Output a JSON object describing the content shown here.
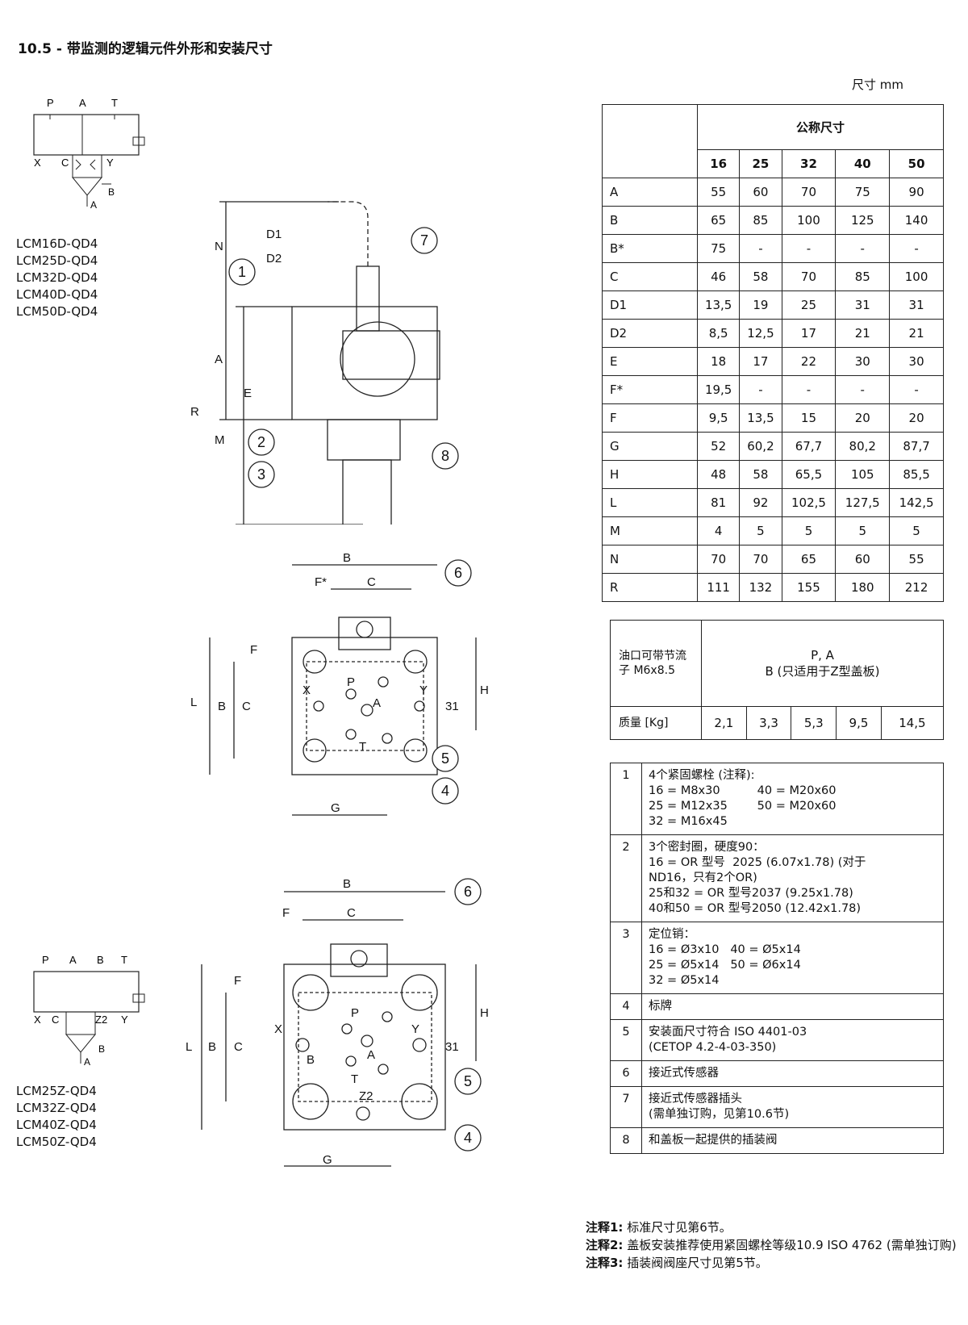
{
  "title": "10.5 - 带监测的逻辑元件外形和安装尺寸",
  "units_label": "尺寸 mm",
  "models_d": [
    "LCM16D-QD4",
    "LCM25D-QD4",
    "LCM32D-QD4",
    "LCM40D-QD4",
    "LCM50D-QD4"
  ],
  "models_z": [
    "LCM25Z-QD4",
    "LCM32Z-QD4",
    "LCM40Z-QD4",
    "LCM50Z-QD4"
  ],
  "symbol_d": {
    "top_labels": [
      "P",
      "A",
      "T"
    ],
    "bottom_labels": [
      "X",
      "C",
      "Y"
    ],
    "b": "B",
    "a": "A"
  },
  "symbol_z": {
    "top_labels": [
      "P",
      "A",
      "B",
      "T"
    ],
    "bottom_labels": [
      "X",
      "C",
      "Z2",
      "Y"
    ],
    "b": "B",
    "a": "A"
  },
  "drawing_labels": {
    "side": {
      "dims": [
        "N",
        "D1",
        "D2",
        "A",
        "E",
        "R",
        "M"
      ],
      "items": [
        "1",
        "7",
        "2",
        "3",
        "8"
      ]
    },
    "top_d": {
      "dims": [
        "B",
        "F*",
        "C",
        "F",
        "L",
        "B",
        "C",
        "H",
        "31",
        "G"
      ],
      "ports": [
        "P",
        "X",
        "A",
        "Y",
        "T"
      ],
      "items": [
        "6",
        "5",
        "4"
      ]
    },
    "top_z": {
      "dims": [
        "B",
        "F",
        "C",
        "F",
        "L",
        "B",
        "C",
        "H",
        "31",
        "G"
      ],
      "ports": [
        "P",
        "X",
        "Y",
        "A",
        "B",
        "T",
        "Z2"
      ],
      "items": [
        "6",
        "5",
        "4"
      ]
    }
  },
  "dim_table": {
    "header": "公称尺寸",
    "sizes": [
      "16",
      "25",
      "32",
      "40",
      "50"
    ],
    "rows": [
      {
        "label": "A",
        "values": [
          "55",
          "60",
          "70",
          "75",
          "90"
        ]
      },
      {
        "label": "B",
        "values": [
          "65",
          "85",
          "100",
          "125",
          "140"
        ]
      },
      {
        "label": "B*",
        "values": [
          "75",
          "-",
          "-",
          "-",
          "-"
        ]
      },
      {
        "label": "C",
        "values": [
          "46",
          "58",
          "70",
          "85",
          "100"
        ]
      },
      {
        "label": "D1",
        "values": [
          "13,5",
          "19",
          "25",
          "31",
          "31"
        ]
      },
      {
        "label": "D2",
        "values": [
          "8,5",
          "12,5",
          "17",
          "21",
          "21"
        ]
      },
      {
        "label": "E",
        "values": [
          "18",
          "17",
          "22",
          "30",
          "30"
        ]
      },
      {
        "label": "F*",
        "values": [
          "19,5",
          "-",
          "-",
          "-",
          "-"
        ]
      },
      {
        "label": "F",
        "values": [
          "9,5",
          "13,5",
          "15",
          "20",
          "20"
        ]
      },
      {
        "label": "G",
        "values": [
          "52",
          "60,2",
          "67,7",
          "80,2",
          "87,7"
        ]
      },
      {
        "label": "H",
        "values": [
          "48",
          "58",
          "65,5",
          "105",
          "85,5"
        ]
      },
      {
        "label": "L",
        "values": [
          "81",
          "92",
          "102,5",
          "127,5",
          "142,5"
        ]
      },
      {
        "label": "M",
        "values": [
          "4",
          "5",
          "5",
          "5",
          "5"
        ]
      },
      {
        "label": "N",
        "values": [
          "70",
          "70",
          "65",
          "60",
          "55"
        ]
      },
      {
        "label": "R",
        "values": [
          "111",
          "132",
          "155",
          "180",
          "212"
        ]
      }
    ]
  },
  "mass_table": {
    "port_label": "油口可带节流子 M6x8.5",
    "port_value_1": "P, A",
    "port_value_2": "B (只适用于Z型盖板)",
    "mass_label": "质量 [Kg]",
    "mass_values": [
      "2,1",
      "3,3",
      "5,3",
      "9,5",
      "14,5"
    ]
  },
  "items": [
    {
      "num": "1",
      "lines": [
        "4个紧固螺栓 (注释):",
        "16 = M8x30          40 = M20x60",
        "25 = M12x35        50 = M20x60",
        "32 = M16x45"
      ]
    },
    {
      "num": "2",
      "lines": [
        "3个密封圈，硬度90：",
        "16 = OR 型号  2025 (6.07x1.78) (对于",
        "ND16，只有2个OR)",
        "25和32 = OR 型号2037 (9.25x1.78)",
        "40和50 = OR 型号2050 (12.42x1.78)"
      ]
    },
    {
      "num": "3",
      "lines": [
        "定位销：",
        "16 = Ø3x10   40 = Ø5x14",
        "25 = Ø5x14   50 = Ø6x14",
        "32 = Ø5x14"
      ]
    },
    {
      "num": "4",
      "lines": [
        "标牌"
      ]
    },
    {
      "num": "5",
      "lines": [
        "安装面尺寸符合 ISO 4401-03",
        "(CETOP 4.2-4-03-350)"
      ]
    },
    {
      "num": "6",
      "lines": [
        "接近式传感器"
      ]
    },
    {
      "num": "7",
      "lines": [
        "接近式传感器插头",
        "(需单独订购，见第10.6节)"
      ]
    },
    {
      "num": "8",
      "lines": [
        "和盖板一起提供的插装阀"
      ]
    }
  ],
  "notes": [
    {
      "label": "注释1:",
      "text": "标准尺寸见第6节。"
    },
    {
      "label": "注释2:",
      "text": "盖板安装推荐使用紧固螺栓等级10.9 ISO 4762 (需单独订购)"
    },
    {
      "label": "注释3:",
      "text": "插装阀阀座尺寸见第5节。"
    }
  ]
}
